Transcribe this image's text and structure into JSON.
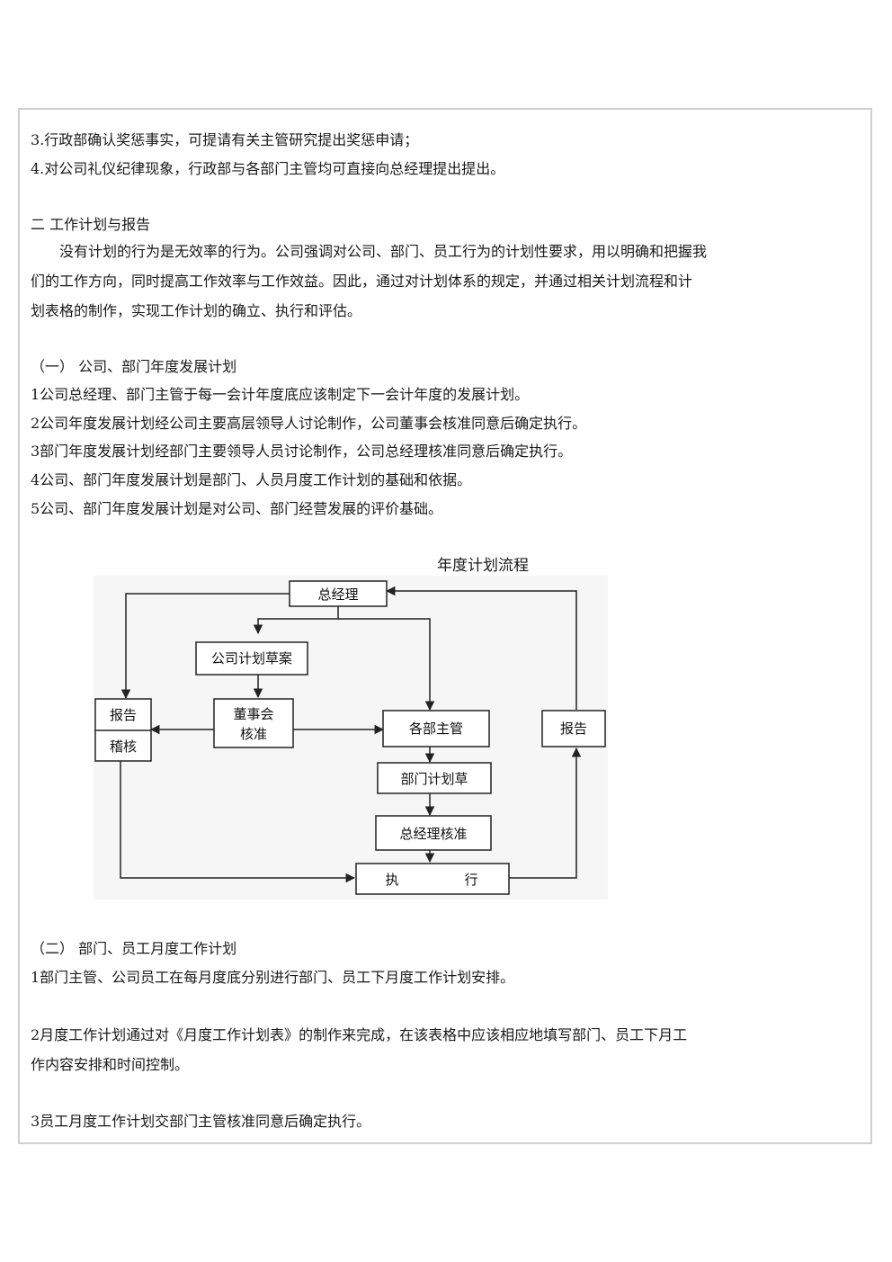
{
  "section1": {
    "item3": "3.行政部确认奖惩事实，可提请有关主管研究提出奖惩申请；",
    "item4": "4.对公司礼仪纪律现象，行政部与各部门主管均可直接向总经理提出提出。"
  },
  "section2": {
    "heading": "二  工作计划与报告",
    "intro_line1": "没有计划的行为是无效率的行为。公司强调对公司、部门、员工行为的计划性要求，用以明确和把握我",
    "intro_line2": "们的工作方向，同时提高工作效率与工作效益。因此，通过对计划体系的规定，并通过相关计划流程和计",
    "intro_line3": "划表格的制作，实现工作计划的确立、执行和评估。"
  },
  "part1": {
    "heading": "（一）  公司、部门年度发展计划",
    "items": [
      "1公司总经理、部门主管于每一会计年度底应该制定下一会计年度的发展计划。",
      "2公司年度发展计划经公司主要高层领导人讨论制作，公司董事会核准同意后确定执行。",
      "3部门年度发展计划经部门主要领导人员讨论制作，公司总经理核准同意后确定执行。",
      "4公司、部门年度发展计划是部门、人员月度工作计划的基础和依据。",
      "5公司、部门年度发展计划是对公司、部门经营发展的评价基础。"
    ]
  },
  "flowchart": {
    "title": "年度计划流程",
    "nodes": {
      "general_manager": "总经理",
      "company_plan_draft": "公司计划草案",
      "board_line1": "董事会",
      "board_line2": "核准",
      "report_left": "报告",
      "audit": "稽核",
      "dept_heads": "各部主管",
      "dept_plan_draft": "部门计划草",
      "gm_approval": "总经理核准",
      "execute_left": "执",
      "execute_right": "行",
      "report_right": "报告"
    }
  },
  "part2": {
    "heading": "（二）  部门、员工月度工作计划",
    "item1": "1部门主管、公司员工在每月度底分别进行部门、员工下月度工作计划安排。",
    "item2_line1": "2月度工作计划通过对《月度工作计划表》的制作来完成，在该表格中应该相应地填写部门、员工下月工",
    "item2_line2": "作内容安排和时间控制。",
    "item3": "3员工月度工作计划交部门主管核准同意后确定执行。"
  }
}
